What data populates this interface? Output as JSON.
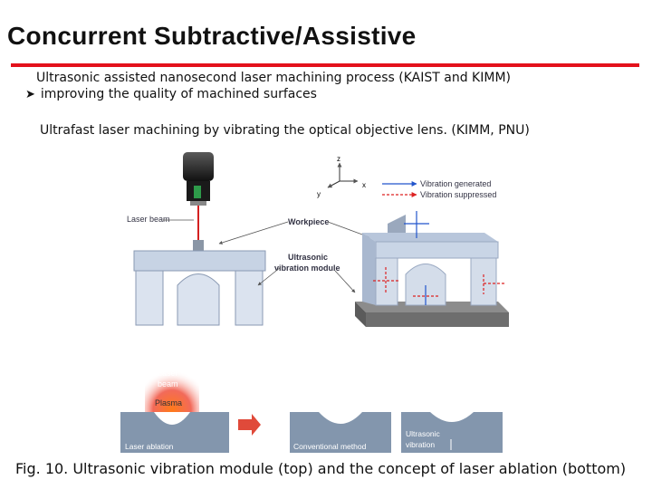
{
  "slide": {
    "title": "Concurrent Subtractive/Assistive",
    "line1": "Ultrasonic assisted nanosecond laser machining process (KAIST and KIMM)",
    "line2": "improving the quality of machined surfaces",
    "line3": "Ultrafast laser machining by vibrating the optical objective lens. (KIMM, PNU)",
    "caption": "Fig. 10. Ultrasonic vibration module (top) and the concept of laser ablation (bottom)",
    "accent_color": "#e3111b"
  },
  "figure": {
    "labels": {
      "laser_beam": "Laser beam",
      "workpiece": "Workpiece",
      "ultrasonic_module_1": "Ultrasonic",
      "ultrasonic_module_2": "vibration module",
      "vibration_generated": "Vibration generated",
      "vibration_suppressed": "Vibration suppressed",
      "axis_z": "z",
      "axis_y": "y",
      "axis_x": "x",
      "laser_beam_top": "Laser",
      "laser_beam_bottom": "beam",
      "plasma": "Plasma",
      "laser_ablation": "Laser ablation",
      "conventional_method": "Conventional method",
      "ultrasonic_vibration_1": "Ultrasonic",
      "ultrasonic_vibration_2": "vibration"
    }
  }
}
